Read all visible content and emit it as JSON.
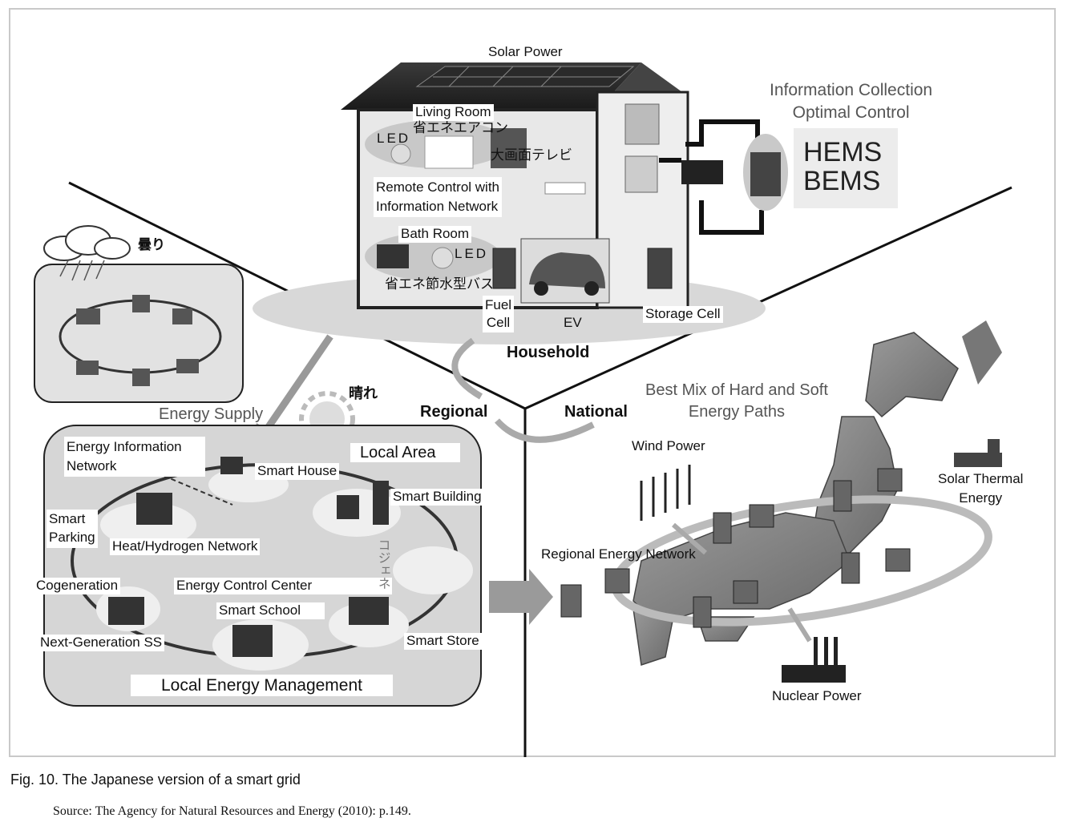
{
  "household": {
    "solar_power": "Solar Power",
    "living_room": "Living Room",
    "aircon_jp": "省エネエアコン",
    "led_1": "LED",
    "tv_jp": "大画面テレビ",
    "remote_control": "Remote Control with\nInformation Network",
    "bath_room": "Bath Room",
    "led_2": "LED",
    "bath_jp": "省エネ節水型バス",
    "fuel_cell": "Fuel\nCell",
    "ev": "EV",
    "storage_cell": "Storage Cell",
    "info_collection": "Information Collection\nOptimal Control",
    "hems_bems": "HEMS\nBEMS",
    "section_label": "Household"
  },
  "regional": {
    "cloudy_jp": "曇り",
    "sunny_jp": "晴れ",
    "energy_supply": "Energy Supply",
    "section_label": "Regional",
    "energy_info_network": "Energy Information\nNetwork",
    "smart_house": "Smart House",
    "local_area": "Local Area",
    "smart_building": "Smart Building",
    "smart_parking": "Smart\nParking",
    "heat_hydrogen": "Heat/Hydrogen  Network",
    "cogeneration": "Cogeneration",
    "energy_control_center": "Energy Control Center",
    "smart_school": "Smart School",
    "next_gen_ss": "Next-Generation  SS",
    "smart_store": "Smart Store",
    "cogen_jp": "コジェネ",
    "local_energy_mgmt": "Local Energy Management"
  },
  "national": {
    "section_label": "National",
    "best_mix": "Best Mix of Hard and Soft\nEnergy Paths",
    "wind_power": "Wind Power",
    "solar_thermal": "Solar Thermal\nEnergy",
    "regional_energy_network": "Regional  Energy  Network",
    "nuclear_power": "Nuclear Power"
  },
  "caption": "Fig. 10. The Japanese version of a smart grid",
  "source": "Source: The Agency for Natural Resources and Energy (2010): p.149."
}
